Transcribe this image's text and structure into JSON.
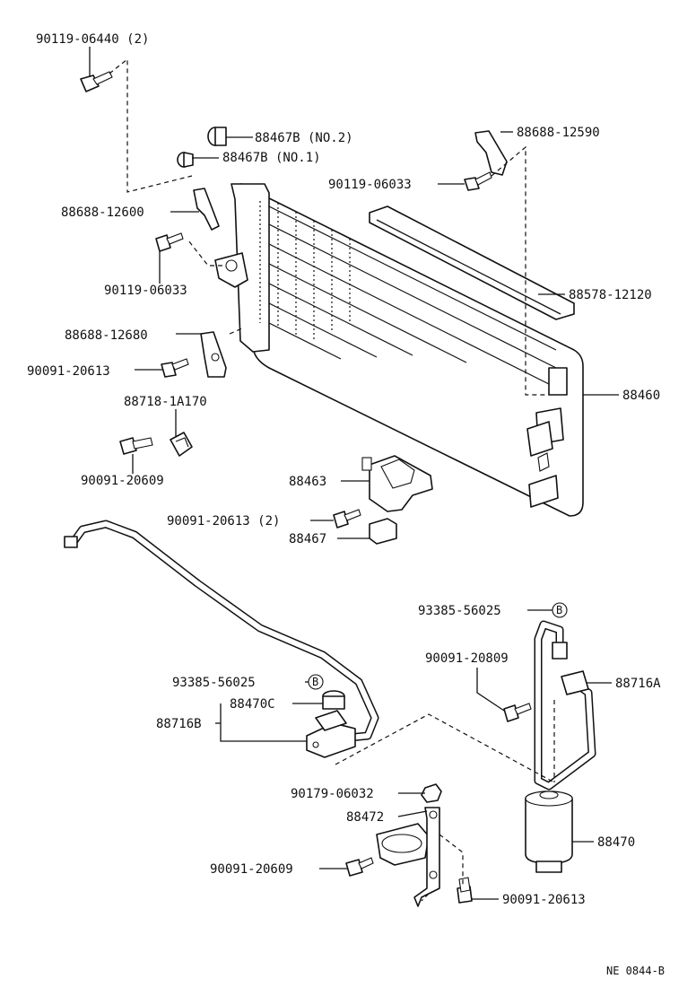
{
  "labels": {
    "bolt_top": "90119-06440 (2)",
    "cushion_no2": "88467B (NO.2)",
    "cushion_no1": "88467B (NO.1)",
    "bracket_right": "88688-12590",
    "bolt_right_upper": "90119-06033",
    "bracket_left_upper": "88688-12600",
    "bolt_left_upper": "90119-06033",
    "seal": "88578-12120",
    "bracket_left_lower": "88688-12680",
    "bolt_left_lower": "90091-20613",
    "condenser": "88460",
    "clamp": "88718-1A170",
    "bolt_clamp": "90091-20609",
    "bracket_mid": "88463",
    "bolt_mid": "90091-20613 (2)",
    "cushion_mid": "88467",
    "oring_right": "93385-56025",
    "bolt_pipe_right": "90091-20809",
    "pipe_right": "88716A",
    "oring_left": "93385-56025",
    "plug": "88470C",
    "pipe_left": "88716B",
    "nut": "90179-06032",
    "receiver_bracket": "88472",
    "receiver": "88470",
    "bolt_bracket_left": "90091-20609",
    "bolt_bracket_right": "90091-20613",
    "ref_b_right": "B",
    "ref_b_left": "B",
    "drawing_code": "NE 0844-B"
  }
}
